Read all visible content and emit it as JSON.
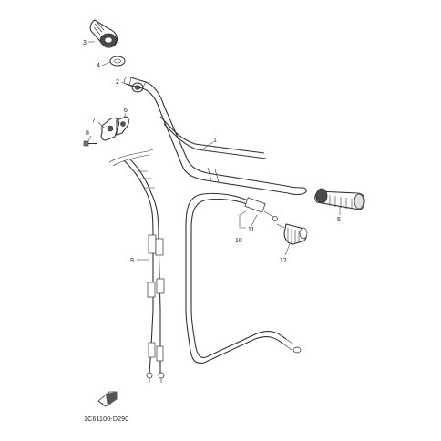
{
  "diagram": {
    "part_numbers": [
      "1",
      "2",
      "3",
      "4",
      "5",
      "6",
      "7",
      "8",
      "9",
      "10",
      "11",
      "12"
    ],
    "catalog_code": "1C61100-D290",
    "front_mark_icon": "front-arrow-icon",
    "colors": {
      "line": "#333333",
      "background": "#ffffff",
      "grip": "#555555"
    }
  }
}
